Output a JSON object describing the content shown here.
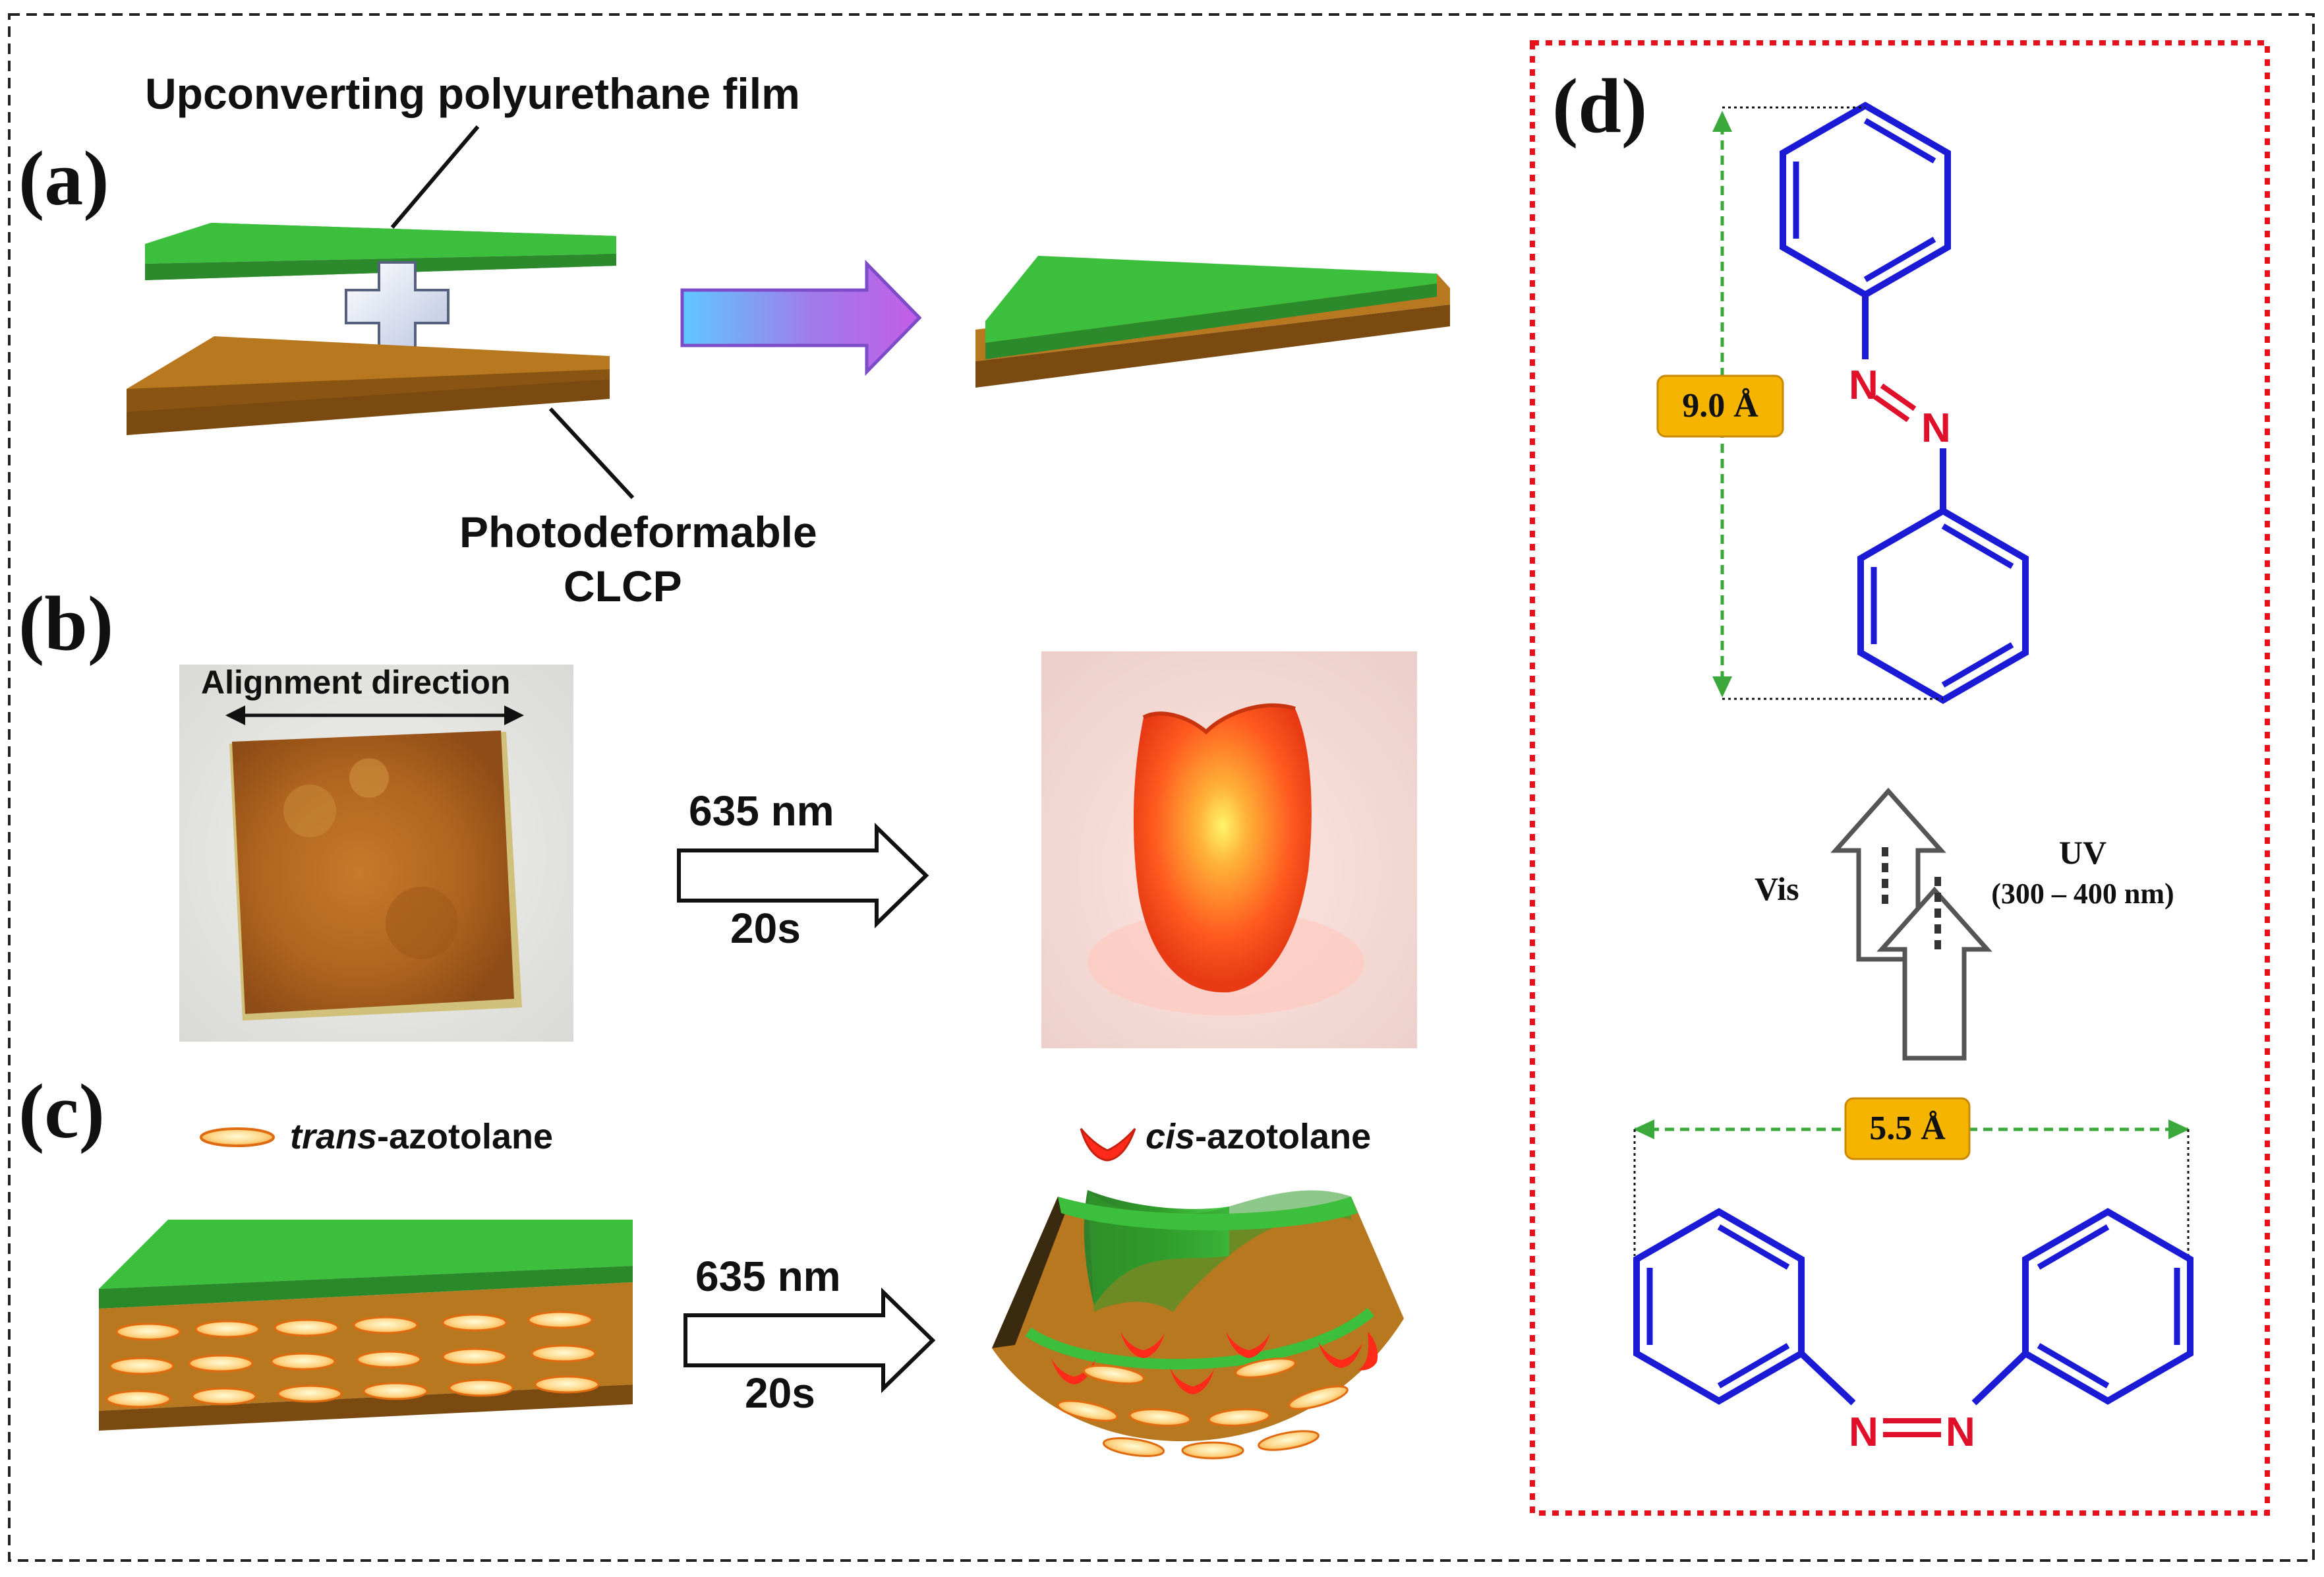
{
  "panels": {
    "a": {
      "label": "(a)",
      "top_film": "Upconverting polyurethane film",
      "bottom_line1": "Photodeformable",
      "bottom_line2": "CLCP"
    },
    "b": {
      "label": "(b)",
      "alignment": "Alignment direction",
      "wavelength": "635 nm",
      "time": "20s"
    },
    "c": {
      "label": "(c)",
      "trans_prefix": "trans",
      "trans_suffix": "-azotolane",
      "cis_prefix": "cis",
      "cis_suffix": "-azotolane",
      "wavelength": "635 nm",
      "time": "20s"
    },
    "d": {
      "label": "(d)",
      "trans_length": "9.0 Å",
      "cis_length": "5.5 Å",
      "vis": "Vis",
      "uv": "UV",
      "uv_range": "(300 – 400 nm)",
      "n1": "N",
      "n2": "N",
      "n3": "N",
      "n4": "N"
    }
  },
  "colors": {
    "film_green": "#3cb83c",
    "clcp_brown": "#b8781f",
    "benzene_blue": "#1b1bd6",
    "nitrogen_red": "#e0102a",
    "label_box": "#f5b400",
    "dashed_red": "#e8101a",
    "dimension_green": "#3aa83a"
  }
}
